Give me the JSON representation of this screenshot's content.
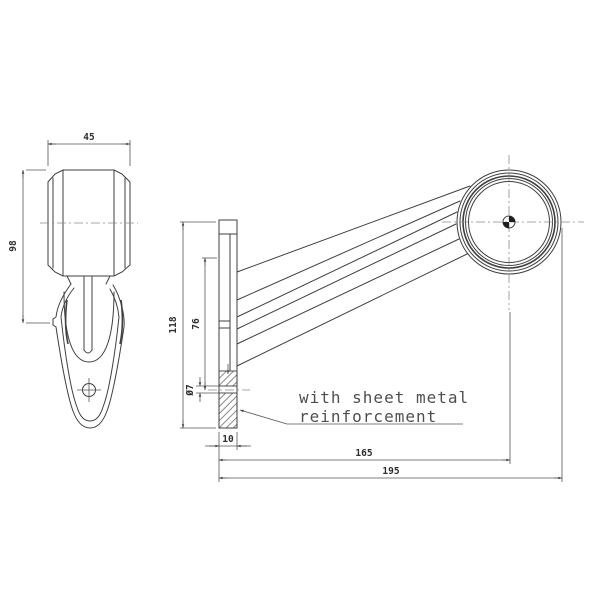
{
  "note": {
    "line1": "with sheet metal",
    "line2": "reinforcement"
  },
  "dimensions": {
    "head_width": "45",
    "front_height": "98",
    "bracket_height": "118",
    "hole_center_offset": "76",
    "hole_diameter": "Ø7",
    "bracket_thickness": "10",
    "length_to_center": "165",
    "overall_length": "195"
  },
  "colors": {
    "line": "#3f3f3f",
    "dim_line": "#555555",
    "dim_text": "#2e2e2e",
    "note_text": "#4f4f4f",
    "background": "#ffffff"
  }
}
